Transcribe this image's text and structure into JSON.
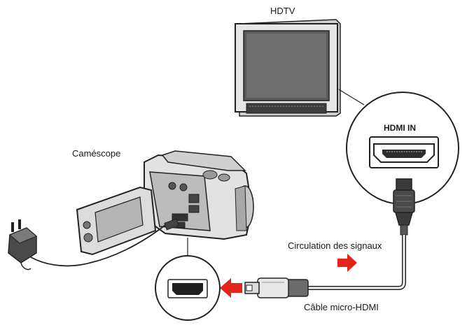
{
  "labels": {
    "hdtv": "HDTV",
    "camcorder": "Caméscope",
    "hdmi_in": "HDMI IN",
    "signal_flow": "Circulation des signaux",
    "cable": "Câble micro-HDMI"
  },
  "colors": {
    "arrow": "#e3241b",
    "outline": "#222222",
    "body_gray": "#d9d9d9",
    "dark_gray": "#4a4a4a"
  },
  "icons": [
    "hdtv-icon",
    "camcorder-icon",
    "hdmi-port-icon",
    "micro-hdmi-port-icon",
    "hdmi-plug-icon",
    "micro-hdmi-plug-icon",
    "signal-arrow-icon",
    "power-adapter-icon"
  ]
}
